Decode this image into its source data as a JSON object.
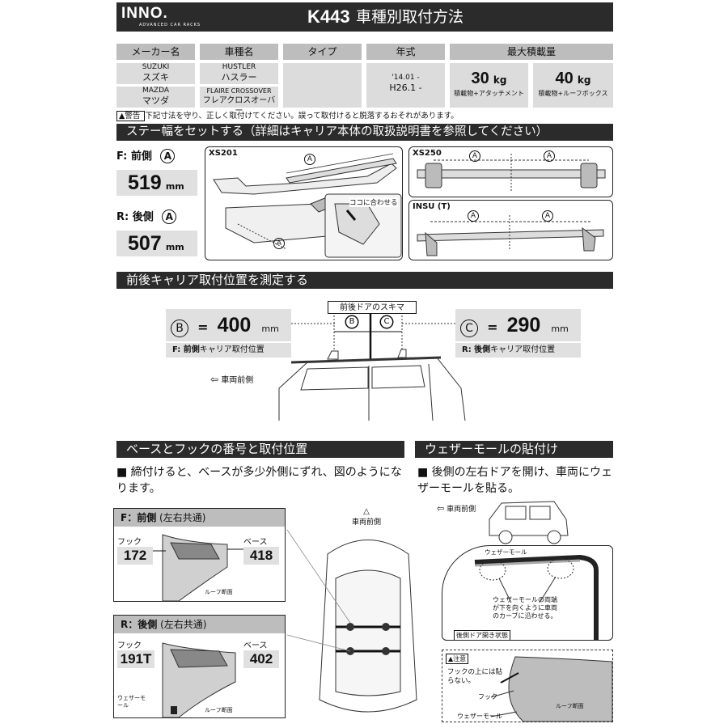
{
  "header": {
    "logo": "INNO.",
    "logo_sub": "ADVANCED CAR RACKS",
    "code": "K443",
    "title": "車種別取付方法"
  },
  "table": {
    "headers": [
      "メーカー名",
      "車種名",
      "タイプ",
      "年式",
      "最大積載量"
    ],
    "rows": [
      {
        "maker_en": "SUZUKI",
        "maker": "スズキ",
        "model_en": "HUSTLER",
        "model": "ハスラー"
      },
      {
        "maker_en": "MAZDA",
        "maker": "マツダ",
        "model_en": "FLAIRE CROSSOVER",
        "model": "フレアクロスオーバー"
      }
    ],
    "year_line1": "'14.01 -",
    "year_line2": "H26.1 -",
    "load1_value": "30",
    "load1_unit": "kg",
    "load1_note": "積載物+アタッチメント",
    "load2_value": "40",
    "load2_unit": "kg",
    "load2_note": "積載物+ルーフボックス"
  },
  "warning": {
    "badge": "警告",
    "text": "下記寸法を守り、正しく取付けてください。誤って取付けると脱落するおそれがあります。"
  },
  "stay": {
    "heading": "ステー幅をセットする（詳細はキャリア本体の取扱説明書を参照してください）",
    "front_label": "F: 前側",
    "front_value": "519",
    "rear_label": "R: 後側",
    "rear_value": "507",
    "unit": "mm",
    "circle_a": "A",
    "xs201": "XS201",
    "xs250": "XS250",
    "insu": "INSU (T)",
    "align_text": "ココに合わせる"
  },
  "measure": {
    "heading": "前後キャリア取付位置を測定する",
    "gap_label": "前後ドアのスキマ",
    "b_letter": "B",
    "b_value": "400",
    "b_caption_bold": "F: 前側",
    "b_caption": "キャリア取付位置",
    "c_letter": "C",
    "c_value": "290",
    "c_caption_bold": "R: 後側",
    "c_caption": "キャリア取付位置",
    "unit": "mm",
    "eq": "=",
    "front_dir": "車両前側"
  },
  "base_hook": {
    "heading": "ベースとフックの番号と取付位置",
    "note": "■ 締付けると、ベースが多少外側にずれ、図のようになります。",
    "front_title": "F：前側",
    "front_sub": "(左右共通)",
    "front_hook_label": "フック",
    "front_hook": "172",
    "front_base_label": "ベース",
    "front_base": "418",
    "roof_section": "ルーフ断面",
    "rear_title": "R：後側",
    "rear_sub": "(左右共通)",
    "rear_hook_label": "フック",
    "rear_hook": "191T",
    "rear_base_label": "ベース",
    "rear_base": "402",
    "weather_mold": "ウェザーモール",
    "car_front": "車両前側"
  },
  "weather": {
    "heading": "ウェザーモールの貼付け",
    "note": "■ 後側の左右ドアを開け、車両にウェザーモールを貼る。",
    "front_dir": "車両前側",
    "mold_label": "ウェザーモール",
    "mold_desc": "ウェザーモールの両端が下を向くように車両のカーブに沿わせる。",
    "door_state": "後側ドア開き状態",
    "caution_badge": "注意",
    "caution_text": "フックの上には貼らない。",
    "hook_label": "フック",
    "mold_label2": "ウェザーモール",
    "roof_section": "ルーフ断面"
  }
}
